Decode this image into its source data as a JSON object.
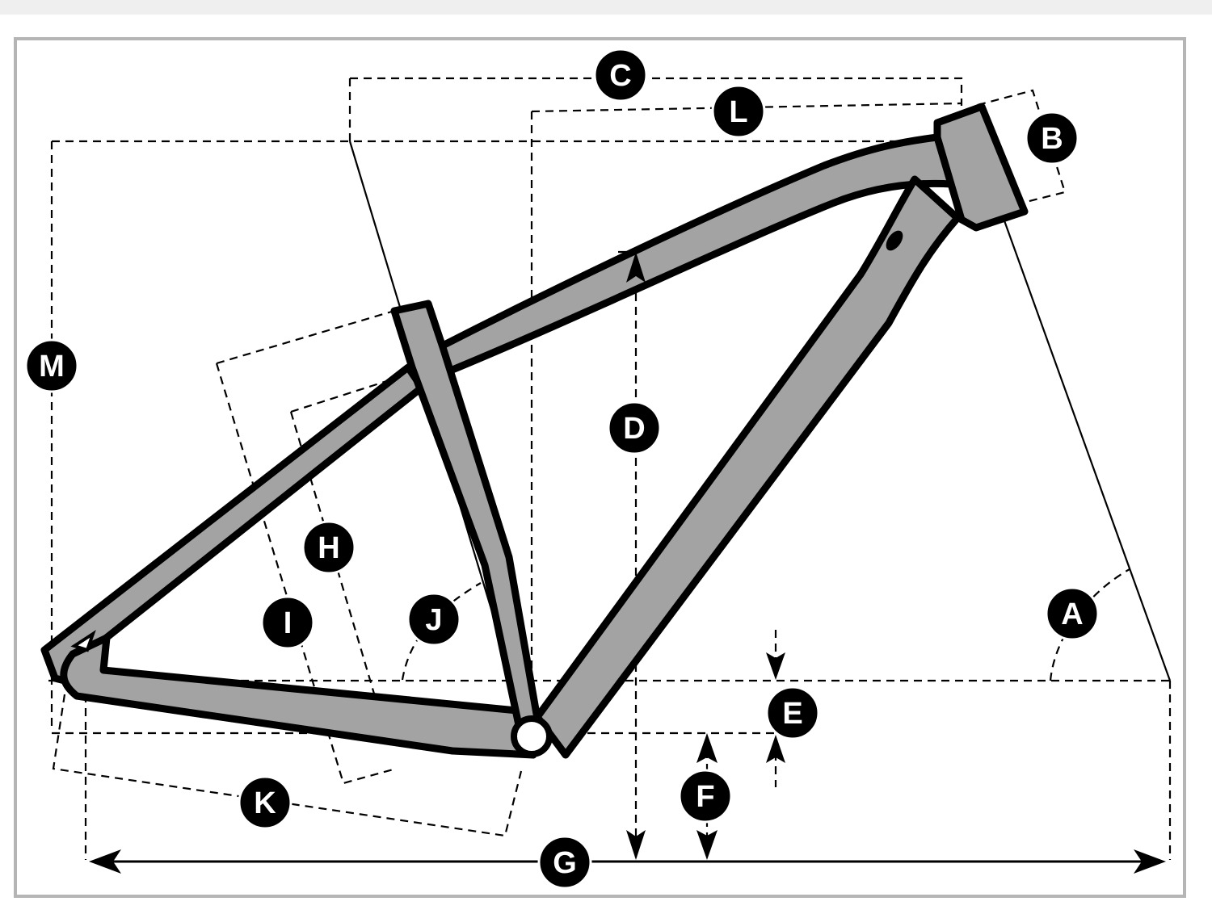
{
  "diagram": {
    "labels": {
      "A": "A",
      "B": "B",
      "C": "C",
      "D": "D",
      "E": "E",
      "F": "F",
      "G": "G",
      "H": "H",
      "I": "I",
      "J": "J",
      "K": "K",
      "L": "L",
      "M": "M"
    }
  }
}
